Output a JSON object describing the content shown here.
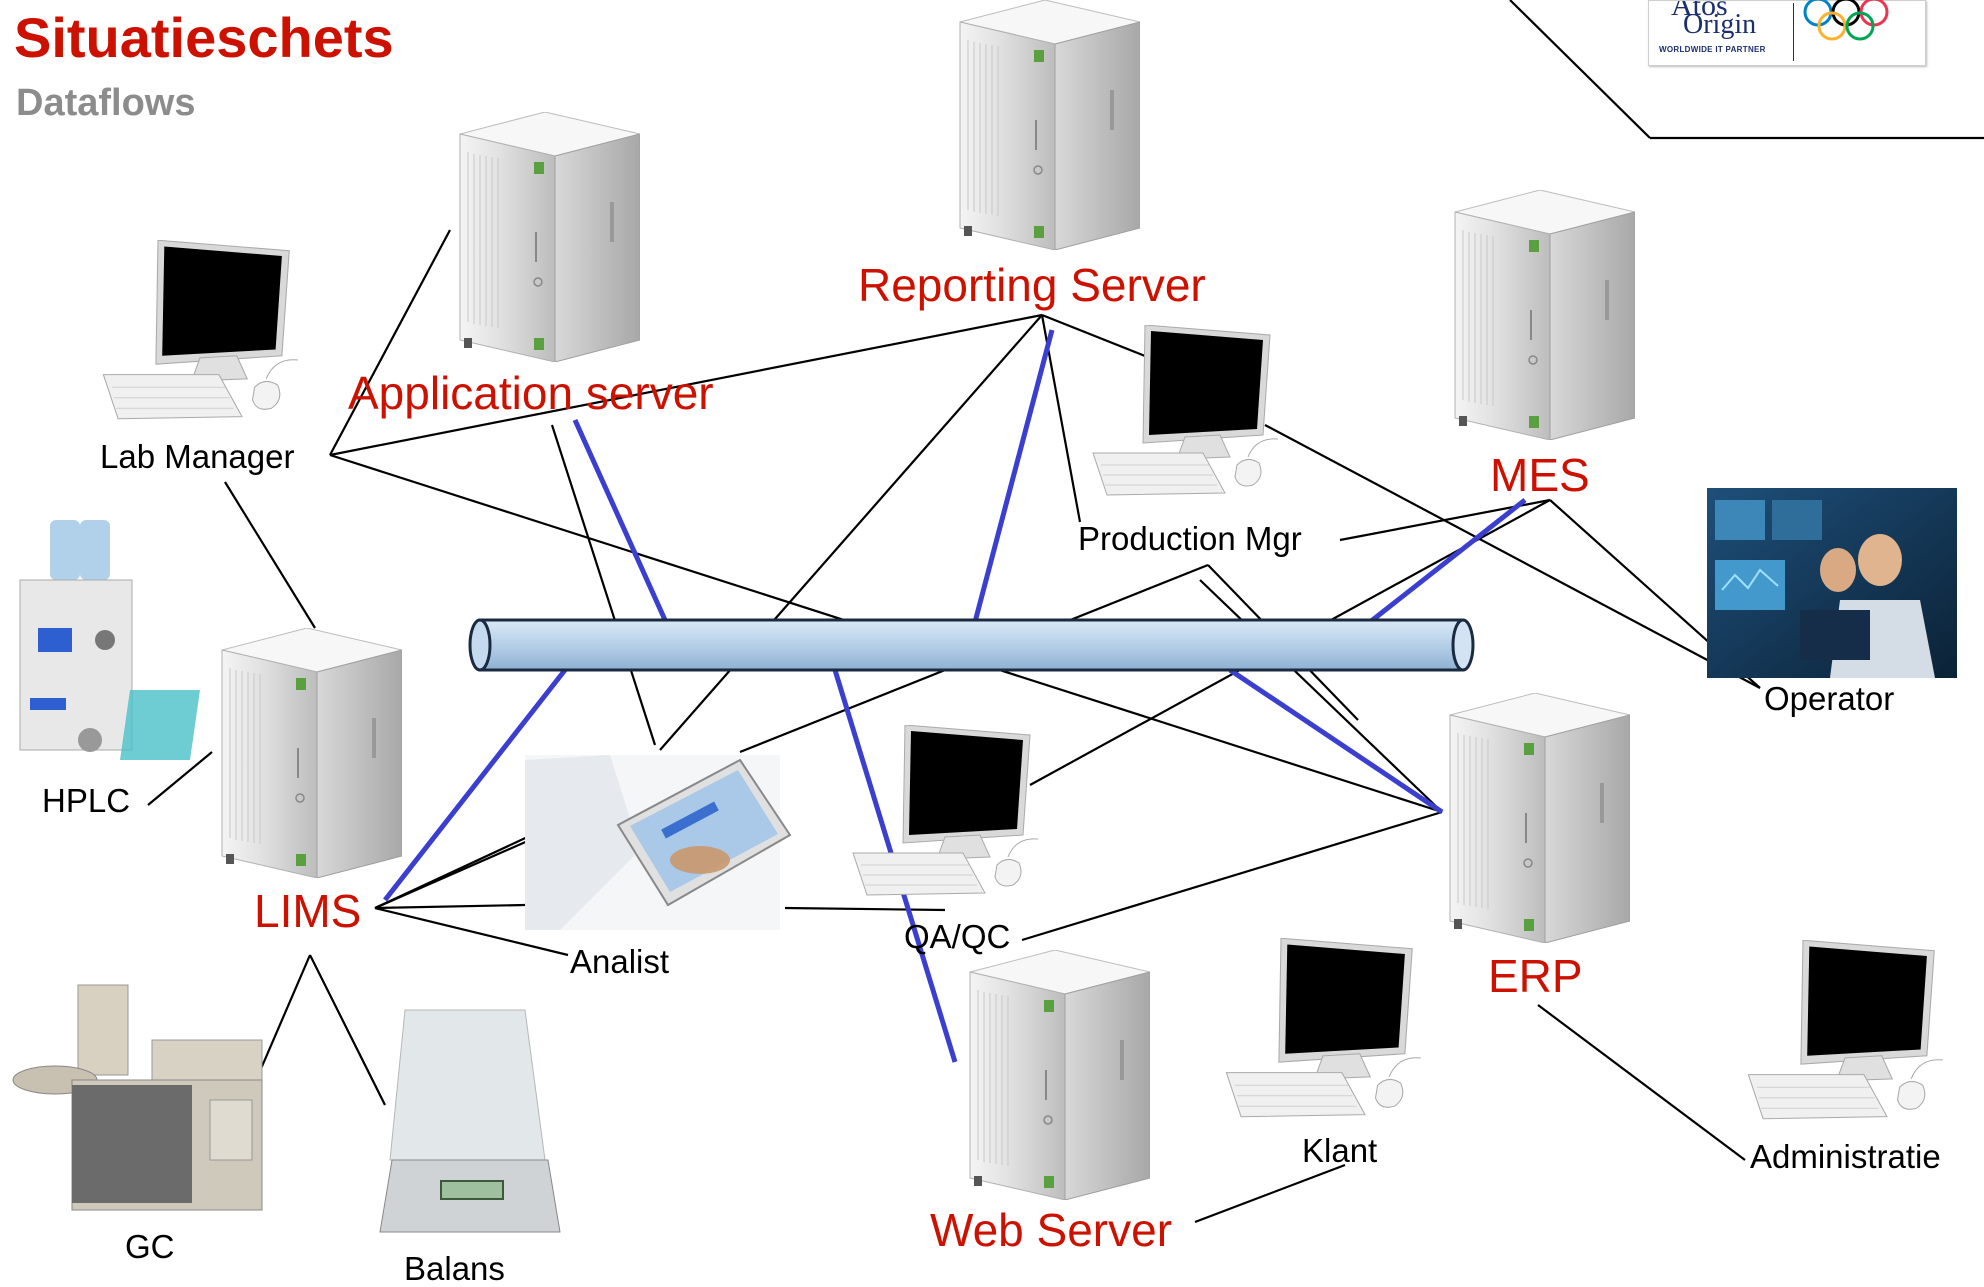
{
  "header": {
    "title": "Situatieschets",
    "subtitle": "Dataflows"
  },
  "logo": {
    "line1": "Atos",
    "line2": "Origin",
    "tagline": "WORLDWIDE IT PARTNER"
  },
  "servers": {
    "reporting": "Reporting Server",
    "application": "Application server",
    "mes": "MES",
    "lims": "LIMS",
    "erp": "ERP",
    "web": "Web Server"
  },
  "clients": {
    "lab_manager": "Lab Manager",
    "production_mgr": "Production Mgr",
    "operator": "Operator",
    "hplc": "HPLC",
    "analist": "Analist",
    "qaqc": "QA/QC",
    "gc": "GC",
    "balans": "Balans",
    "klant": "Klant",
    "administratie": "Administratie"
  },
  "colors": {
    "title": "#cc1100",
    "subtitle": "#8c8c8c",
    "server_label": "#cc1100",
    "bus_link": "#3b3fd0",
    "bus": "#b8d2ea"
  }
}
